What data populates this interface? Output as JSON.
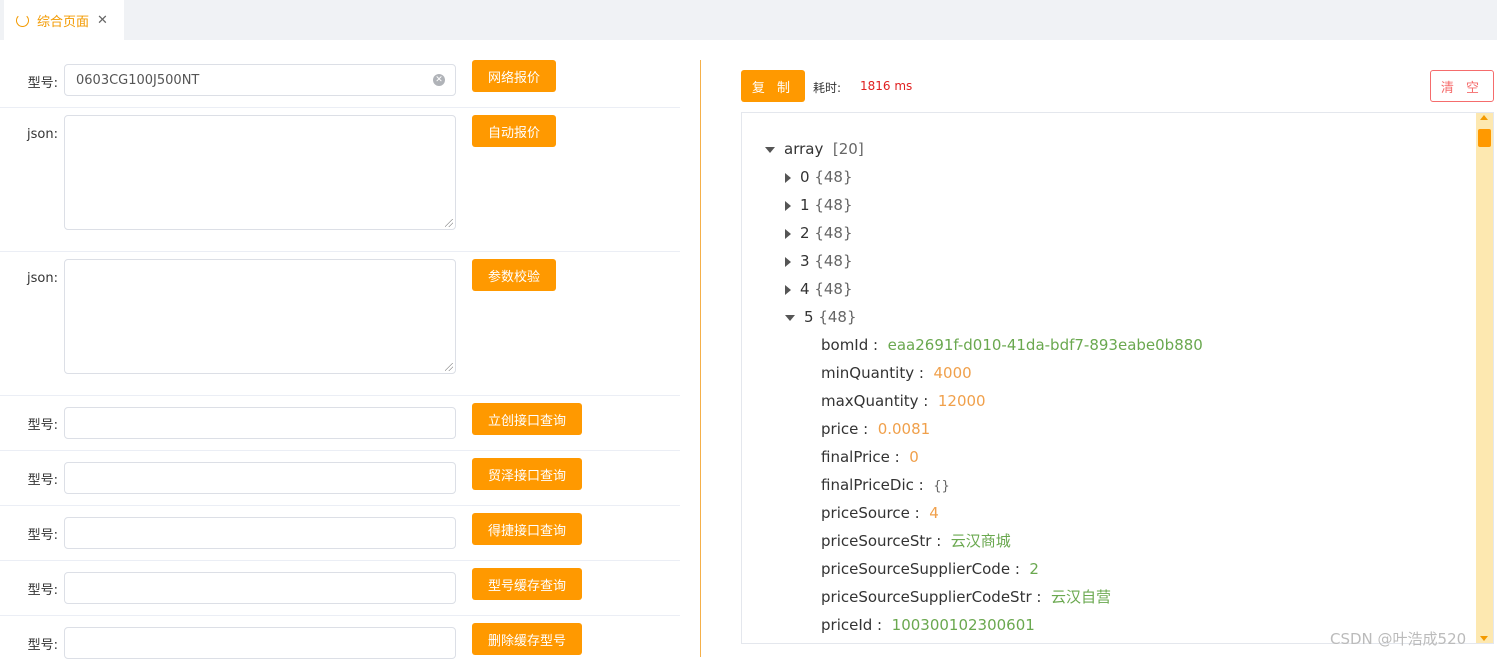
{
  "tab": {
    "label": "综合页面"
  },
  "form": {
    "model_label": "型号:",
    "json_label": "json:",
    "model_value": "0603CG100J500NT",
    "buttons": {
      "network_quote": "网络报价",
      "auto_quote": "自动报价",
      "param_check": "参数校验",
      "lichuang_query": "立创接口查询",
      "maoze_query": "贸泽接口查询",
      "dejie_query": "得捷接口查询",
      "cache_query": "型号缓存查询",
      "delete_cache": "删除缓存型号"
    }
  },
  "result": {
    "copy_label": "复 制",
    "time_label": "耗时:",
    "time_value": "1816 ms",
    "clear_label": "清 空",
    "root_key": "array",
    "root_count": "[20]",
    "items": [
      {
        "index": "0",
        "count": "{48}"
      },
      {
        "index": "1",
        "count": "{48}"
      },
      {
        "index": "2",
        "count": "{48}"
      },
      {
        "index": "3",
        "count": "{48}"
      },
      {
        "index": "4",
        "count": "{48}"
      },
      {
        "index": "5",
        "count": "{48}"
      }
    ],
    "fields": [
      {
        "key": "bomId :",
        "value": "eaa2691f-d010-41da-bdf7-893eabe0b880",
        "type": "str"
      },
      {
        "key": "minQuantity :",
        "value": "4000",
        "type": "num"
      },
      {
        "key": "maxQuantity :",
        "value": "12000",
        "type": "num"
      },
      {
        "key": "price :",
        "value": "0.0081",
        "type": "num"
      },
      {
        "key": "finalPrice :",
        "value": "0",
        "type": "num"
      },
      {
        "key": "finalPriceDic :",
        "value": "{}",
        "type": "brace"
      },
      {
        "key": "priceSource :",
        "value": "4",
        "type": "num"
      },
      {
        "key": "priceSourceStr :",
        "value": "云汉商城",
        "type": "str"
      },
      {
        "key": "priceSourceSupplierCode :",
        "value": "2",
        "type": "str"
      },
      {
        "key": "priceSourceSupplierCodeStr :",
        "value": "云汉自营",
        "type": "str"
      },
      {
        "key": "priceId :",
        "value": "100300102300601",
        "type": "str"
      }
    ]
  },
  "watermark": "CSDN @叶浩成520",
  "colors": {
    "accent": "#ff9900",
    "danger": "#f56c6c",
    "string": "#6aa84f",
    "number": "#f0a04b"
  }
}
